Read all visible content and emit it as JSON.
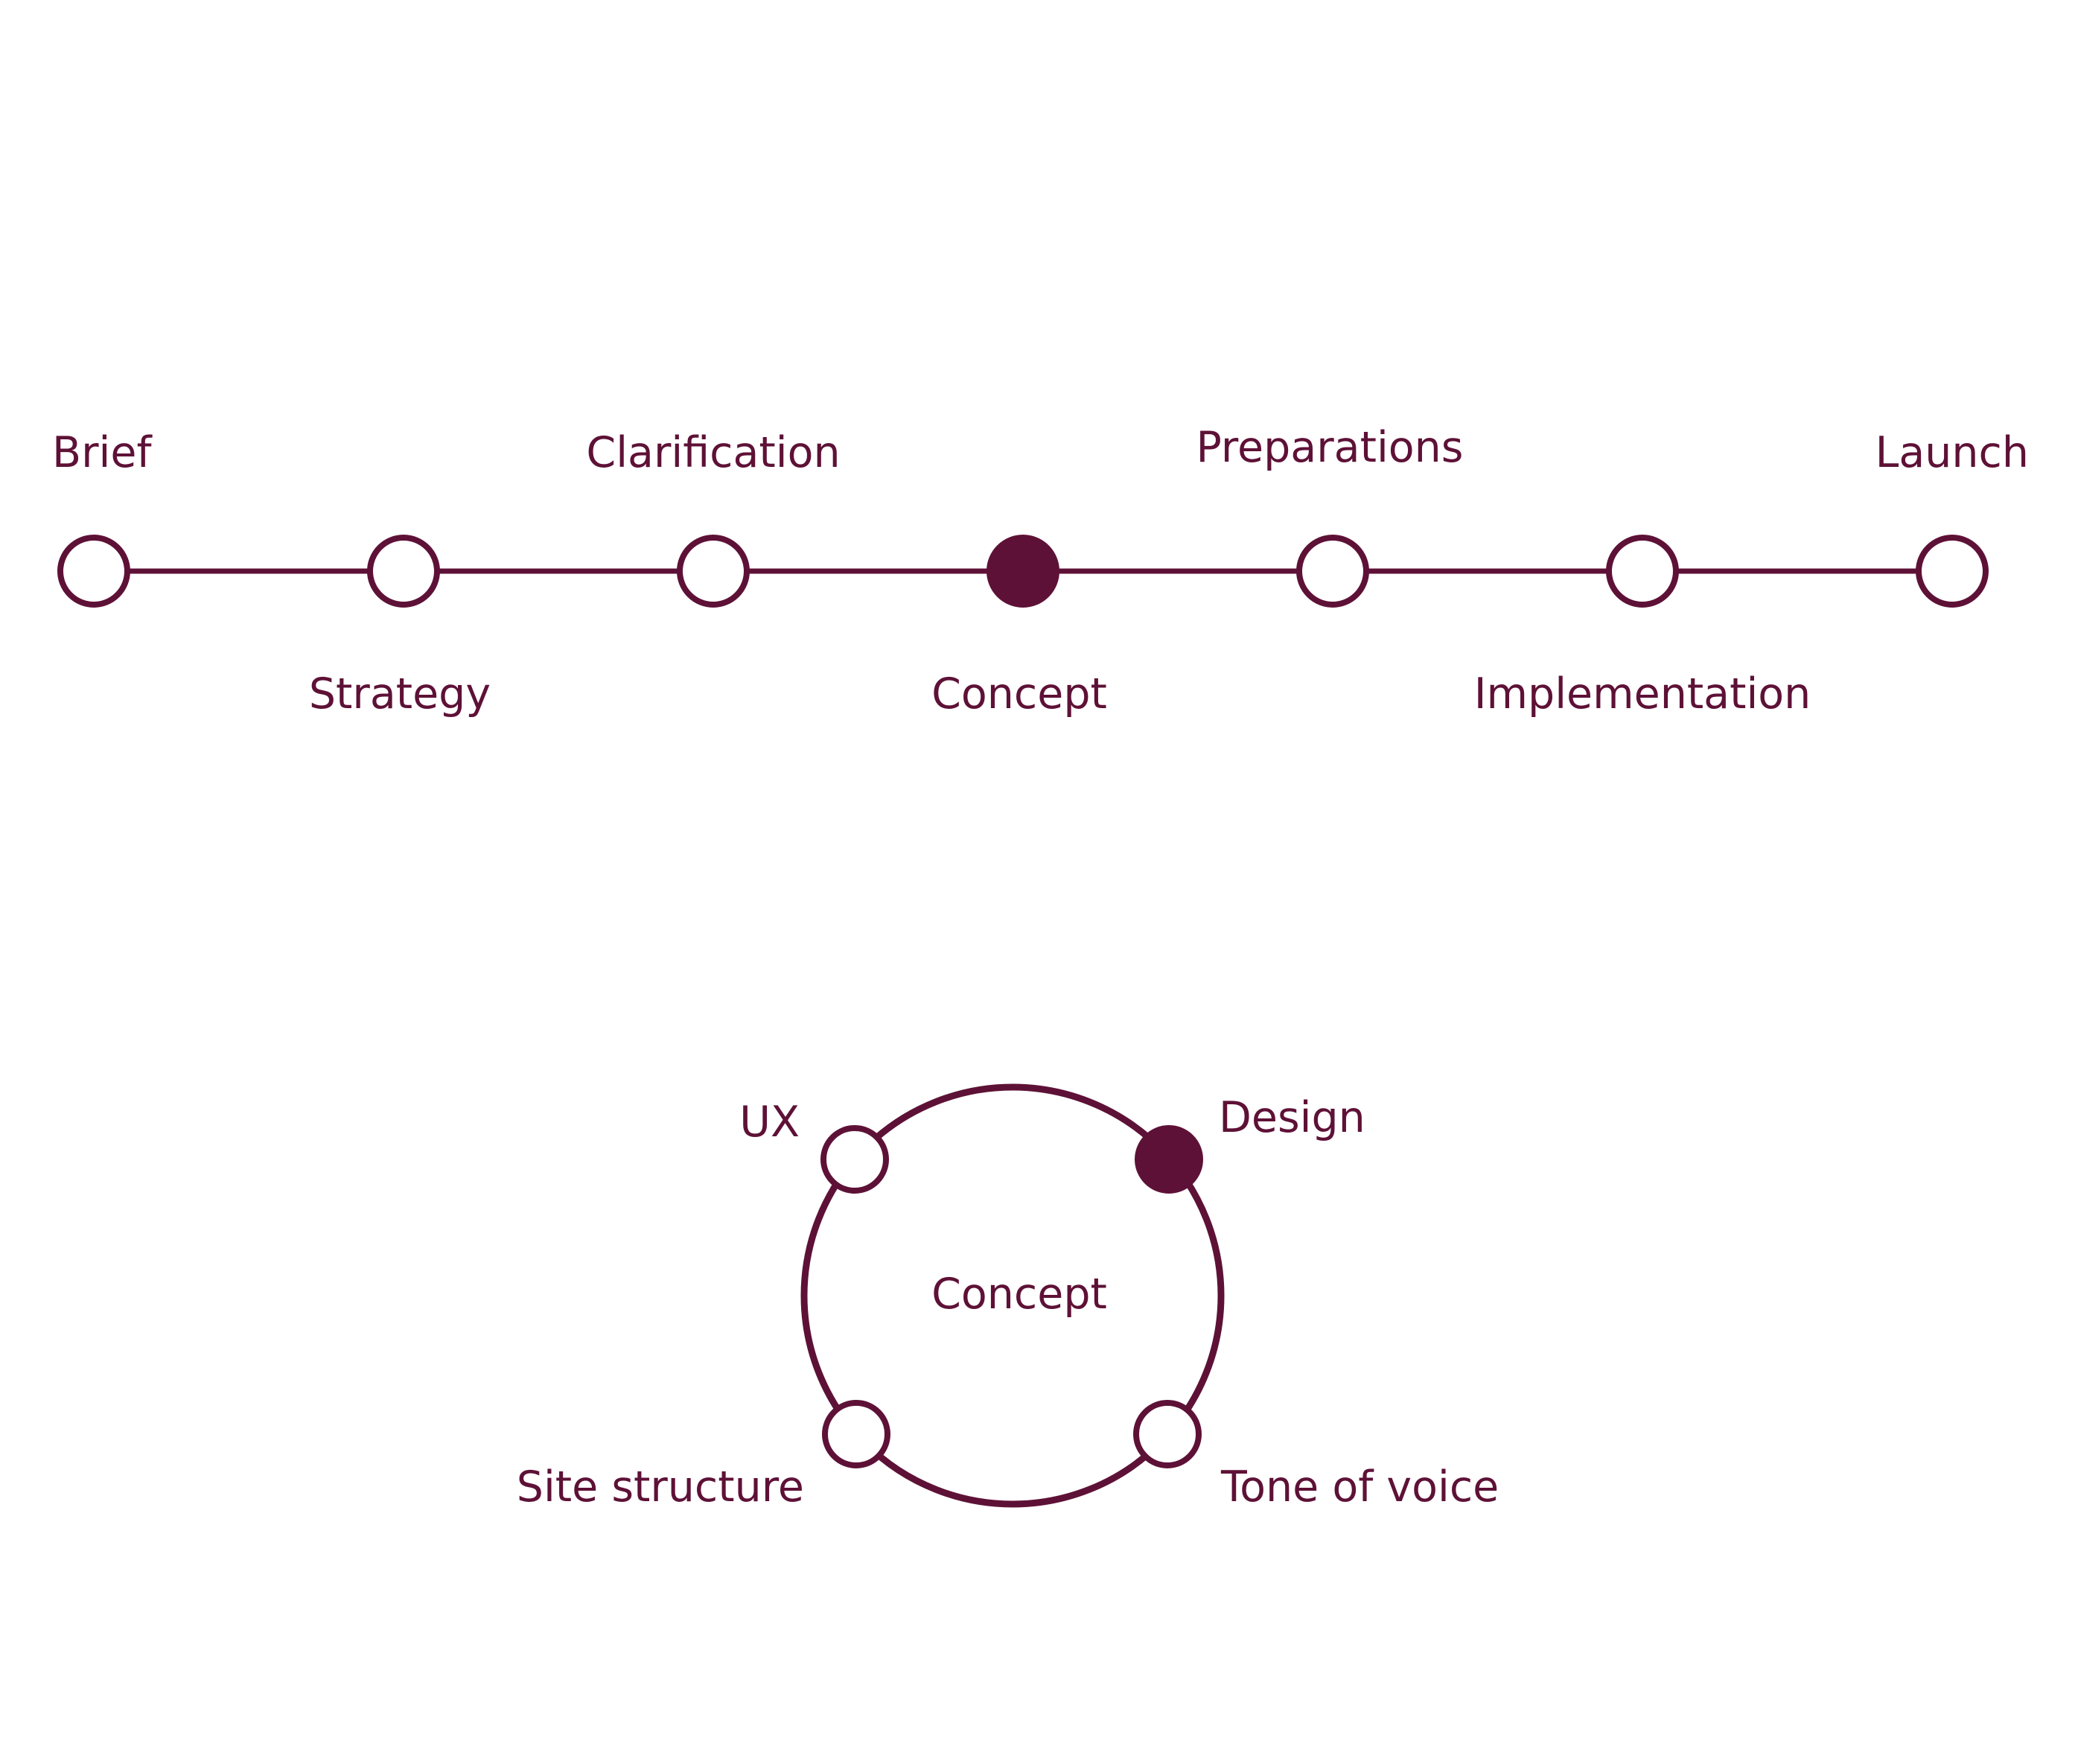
{
  "colors": {
    "accent": "#5e1136",
    "background": "#ffffff",
    "node_open_fill": "#ffffff"
  },
  "timeline": {
    "steps": [
      {
        "label": "Brief",
        "active": false,
        "label_side": "above"
      },
      {
        "label": "Strategy",
        "active": false,
        "label_side": "below"
      },
      {
        "label": "Clarification",
        "active": false,
        "label_side": "above"
      },
      {
        "label": "Concept",
        "active": true,
        "label_side": "below"
      },
      {
        "label": "Preparations",
        "active": false,
        "label_side": "above"
      },
      {
        "label": "Implementation",
        "active": false,
        "label_side": "below"
      },
      {
        "label": "Launch",
        "active": false,
        "label_side": "above"
      }
    ]
  },
  "cycle": {
    "center_label": "Concept",
    "nodes": [
      {
        "label": "UX",
        "active": false,
        "position": "top-left"
      },
      {
        "label": "Design",
        "active": true,
        "position": "top-right"
      },
      {
        "label": "Site structure",
        "active": false,
        "position": "bottom-left"
      },
      {
        "label": "Tone of voice",
        "active": false,
        "position": "bottom-right"
      }
    ]
  }
}
